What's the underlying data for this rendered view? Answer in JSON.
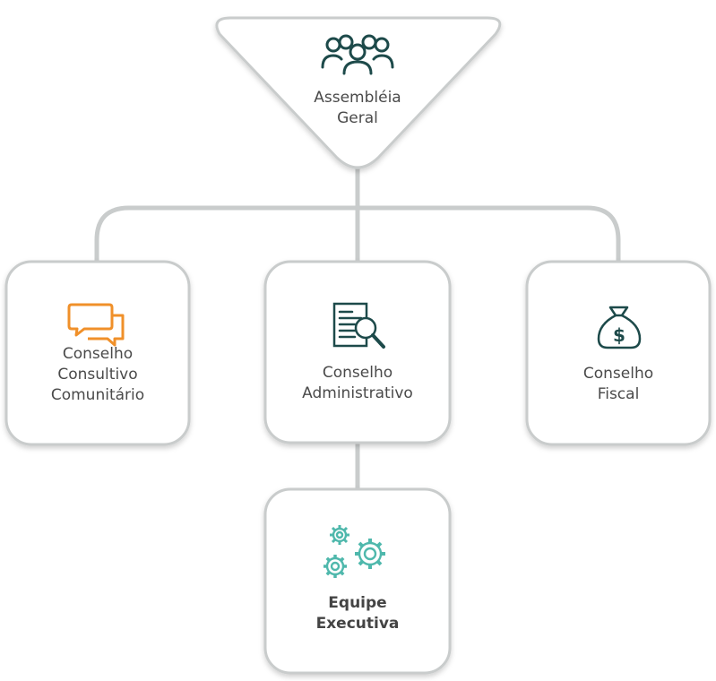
{
  "top": {
    "line1": "Assembléia",
    "line2": "Geral",
    "icon": "people-group-icon"
  },
  "boxes": [
    {
      "lines": [
        "Conselho",
        "Consultivo",
        "Comunitário"
      ],
      "icon": "chat-bubbles-icon"
    },
    {
      "lines": [
        "Conselho",
        "Administrativo"
      ],
      "icon": "document-search-icon"
    },
    {
      "lines": [
        "Conselho",
        "Fiscal"
      ],
      "icon": "money-bag-icon"
    }
  ],
  "bottom": {
    "line1": "Equipe",
    "line2": "Executiva",
    "icon": "gears-icon"
  },
  "colors": {
    "dark_teal": "#1d4a4a",
    "orange": "#f0902a",
    "teal": "#4fb8ac",
    "connector": "#c9cccc",
    "text": "#4a4a4a"
  }
}
